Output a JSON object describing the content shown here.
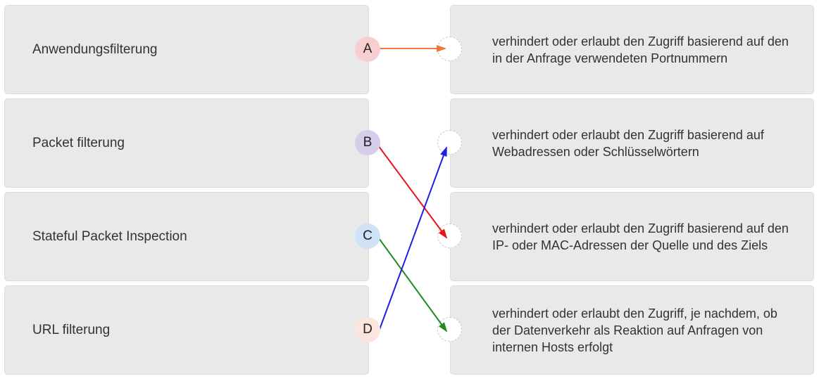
{
  "left_items": [
    {
      "label": "Anwendungsfilterung",
      "letter": "A",
      "badge_color": "#f8cfd0"
    },
    {
      "label": "Packet filterung",
      "letter": "B",
      "badge_color": "#d6cde9"
    },
    {
      "label": "Stateful Packet Inspection",
      "letter": "C",
      "badge_color": "#cfe2f6"
    },
    {
      "label": "URL filterung",
      "letter": "D",
      "badge_color": "#fbe5dc"
    }
  ],
  "right_items": [
    {
      "text": "verhindert oder erlaubt den Zugriff basierend auf den in der Anfrage verwendeten Portnummern"
    },
    {
      "text": "verhindert oder erlaubt den Zugriff basierend auf Webadressen oder Schlüsselwörtern"
    },
    {
      "text": "verhindert oder erlaubt den Zugriff basierend auf den IP- oder MAC-Adressen der Quelle und des Ziels"
    },
    {
      "text": "verhindert oder erlaubt den Zugriff, je nachdem, ob der Datenverkehr als Reaktion auf Anfragen von internen Hosts erfolgt"
    }
  ],
  "connections": [
    {
      "from": "A",
      "to_index": 0,
      "color": "#f0783c"
    },
    {
      "from": "B",
      "to_index": 2,
      "color": "#e8141e"
    },
    {
      "from": "C",
      "to_index": 3,
      "color": "#1e8c1e"
    },
    {
      "from": "D",
      "to_index": 1,
      "color": "#1e1ee6"
    }
  ]
}
